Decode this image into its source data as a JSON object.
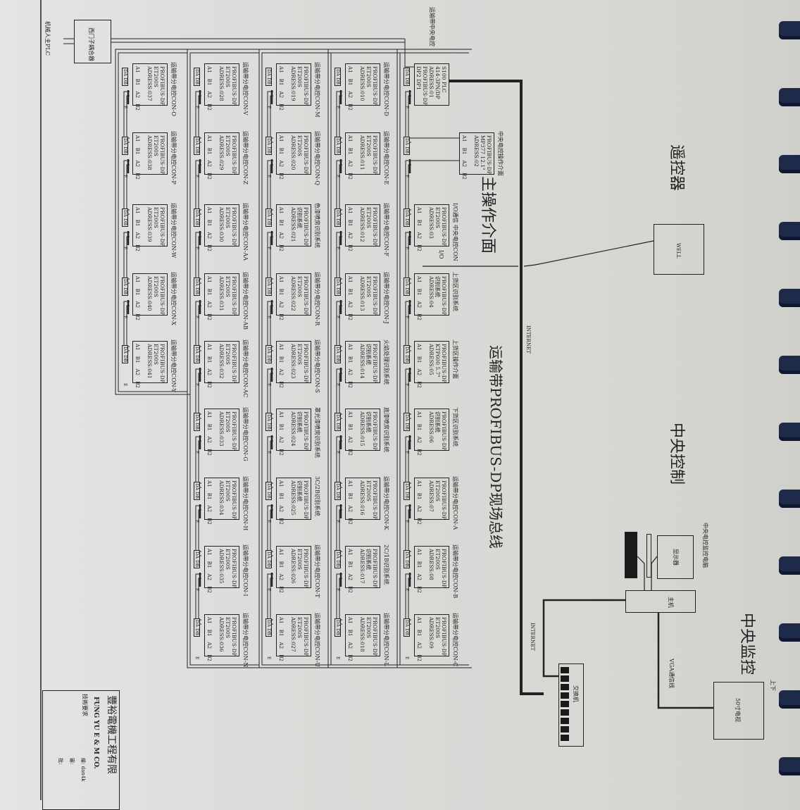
{
  "diagram": {
    "title": "运输带PROFIBUS-DP现场总线",
    "main_panel_title": "主操作介面",
    "remote_title": "遥控器",
    "remote_box": "WELL",
    "central_control_title": "中央控制",
    "central_monitor_title": "中央监控",
    "central_pc_label": "中央电控监控电脑",
    "monitor_label": "显示器",
    "host_label": "主机",
    "tv_label": "50寸电视",
    "switch_label": "交换机",
    "vga_label": "VGA通信线",
    "internet_label_1": "INTERNET",
    "internet_label_2": "INTERNET",
    "io_label": "I/O",
    "central_control_label": "运输带中央电控",
    "robot_plc_label": "机械人主PLC",
    "coupler_label": "西门子耦合器",
    "edge_label": "上下",
    "pins_label": "A1 B1 A2 B2",
    "dadb_label": "DA DB",
    "terminal_label": "E"
  },
  "columns": [
    [
      {
        "lines": [
          "S100 PLC",
          "414-3PN/DP",
          "ADRESS:01",
          "PROFIBUS-DP",
          "DP2  DP1"
        ],
        "label": ""
      },
      {
        "lines": [
          "PROFIBUS-DP",
          "MP377 12.1\"",
          "ADRESS:02"
        ],
        "label": "中央电控操作介面"
      },
      {
        "lines": [
          "PROFIBUS-DP",
          "ET200S",
          "ADRESS:03"
        ],
        "label": "I/O通信 中央电控CON"
      },
      {
        "lines": [
          "PROFIBUS-DP",
          "识别系统",
          "ADRESS:04"
        ],
        "label": "上货区识别系统"
      },
      {
        "lines": [
          "PROFIBUS-DP",
          "KTP600 5.7\"",
          "ADRESS:05"
        ],
        "label": "上货区操作介面"
      },
      {
        "lines": [
          "PROFIBUS-DP",
          "识别系统",
          "ADRESS:06"
        ],
        "label": "下货区识别系统"
      },
      {
        "lines": [
          "PROFIBUS-DP",
          "ET200S",
          "ADRESS:07"
        ],
        "label": "运输带分电控CON-A"
      },
      {
        "lines": [
          "PROFIBUS-DP",
          "ET200S",
          "ADRESS:08"
        ],
        "label": "运输带分电控CON-B"
      },
      {
        "lines": [
          "PROFIBUS-DP",
          "ET200S",
          "ADRESS:09"
        ],
        "label": "运输带分电控CON-C"
      }
    ],
    [
      {
        "lines": [
          "PROFIBUS-DP",
          "ET200S",
          "ADRESS:010"
        ],
        "label": "运输带分电控CON-D"
      },
      {
        "lines": [
          "PROFIBUS-DP",
          "ET200S",
          "ADRESS:011"
        ],
        "label": "运输带分电控CON-E"
      },
      {
        "lines": [
          "PROFIBUS-DP",
          "ET200S",
          "ADRESS:012"
        ],
        "label": "运输带分电控CON-F"
      },
      {
        "lines": [
          "PROFIBUS-DP",
          "ET200S",
          "ADRESS:013"
        ],
        "label": "运输带分电控CON-J"
      },
      {
        "lines": [
          "PROFIBUS-DP",
          "识别系统",
          "ADRESS:014"
        ],
        "label": "火焰处理识别系统"
      },
      {
        "lines": [
          "PROFIBUS-DP",
          "识别系统",
          "ADRESS:015"
        ],
        "label": "底漆喷房识别系统"
      },
      {
        "lines": [
          "PROFIBUS-DP",
          "ET200S",
          "ADRESS:016"
        ],
        "label": "运输带分电控CON-K"
      },
      {
        "lines": [
          "PROFIBUS-DP",
          "识别系统",
          "ADRESS:017"
        ],
        "label": "2C/1B识别系统"
      },
      {
        "lines": [
          "PROFIBUS-DP",
          "ET200S",
          "ADRESS:018"
        ],
        "label": "运输带分电控CON-L"
      }
    ],
    [
      {
        "lines": [
          "PROFIBUS-DP",
          "ET200S",
          "ADRESS:019"
        ],
        "label": "运输带分电控CON-M"
      },
      {
        "lines": [
          "PROFIBUS-DP",
          "ET200S",
          "ADRESS:020"
        ],
        "label": "运输带分电控CON-Q"
      },
      {
        "lines": [
          "PROFIBUS-DP",
          "识别系统",
          "ADRESS:021"
        ],
        "label": "色漆喷房识别系统"
      },
      {
        "lines": [
          "PROFIBUS-DP",
          "ET200S",
          "ADRESS:022"
        ],
        "label": "运输带分电控CON-R"
      },
      {
        "lines": [
          "PROFIBUS-DP",
          "ET200S",
          "ADRESS:023"
        ],
        "label": "运输带分电控CON-S"
      },
      {
        "lines": [
          "PROFIBUS-DP",
          "识别系统",
          "ADRESS:024"
        ],
        "label": "罩光漆喷房识别系统"
      },
      {
        "lines": [
          "PROFIBUS-DP",
          "识别系统",
          "ADRESS:025"
        ],
        "label": "3C/2B识别系统"
      },
      {
        "lines": [
          "PROFIBUS-DP",
          "ET200S",
          "ADRESS:026"
        ],
        "label": "运输带分电控CON-T"
      },
      {
        "lines": [
          "PROFIBUS-DP",
          "ET200S",
          "ADRESS:027"
        ],
        "label": "运输带分电控CON-U"
      }
    ],
    [
      {
        "lines": [
          "PROFIBUS-DP",
          "ET200S",
          "ADRESS:028"
        ],
        "label": "运输带分电控CON-V"
      },
      {
        "lines": [
          "PROFIBUS-DP",
          "ET200S",
          "ADRESS:029"
        ],
        "label": "运输带分电控CON-Z"
      },
      {
        "lines": [
          "PROFIBUS-DP",
          "ET200S",
          "ADRESS:030"
        ],
        "label": "运输带分电控CON-AA"
      },
      {
        "lines": [
          "PROFIBUS-DP",
          "ET200S",
          "ADRESS:031"
        ],
        "label": "运输带分电控CON-AB"
      },
      {
        "lines": [
          "PROFIBUS-DP",
          "ET200S",
          "ADRESS:032"
        ],
        "label": "运输带分电控CON-AC"
      },
      {
        "lines": [
          "PROFIBUS-DP",
          "ET200S",
          "ADRESS:033"
        ],
        "label": "运输带分电控CON-G"
      },
      {
        "lines": [
          "PROFIBUS-DP",
          "ET200S",
          "ADRESS:034"
        ],
        "label": "运输带分电控CON-H"
      },
      {
        "lines": [
          "PROFIBUS-DP",
          "ET200S",
          "ADRESS:035"
        ],
        "label": "运输带分电控CON-I"
      },
      {
        "lines": [
          "PROFIBUS-DP",
          "ET200S",
          "ADRESS:036"
        ],
        "label": "运输带分电控CON-N"
      }
    ],
    [
      {
        "lines": [
          "PROFIBUS-DP",
          "ET200S",
          "ADRESS:037"
        ],
        "label": "运输带分电控CON-O"
      },
      {
        "lines": [
          "PROFIBUS-DP",
          "ET200S",
          "ADRESS:038"
        ],
        "label": "运输带分电控CON-P"
      },
      {
        "lines": [
          "PROFIBUS-DP",
          "ET200S",
          "ADRESS:039"
        ],
        "label": "运输带分电控CON-W"
      },
      {
        "lines": [
          "PROFIBUS-DP",
          "ET200S",
          "ADRESS:040"
        ],
        "label": "运输带分电控CON-X"
      },
      {
        "lines": [
          "PROFIBUS-DP",
          "ET200S",
          "ADRESS:041"
        ],
        "label": "运输带分电控CON-Y"
      }
    ]
  ],
  "title_block": {
    "company_cn": "豐裕電機工程有限",
    "company_en": "FUNG YU E & M CO.",
    "tech_req": "技術要求",
    "drawn": "繪: dan4k",
    "checked": "審:",
    "approved": "批:"
  },
  "colors": {
    "line": "#222222",
    "paper": "#d9dad6",
    "binding": "#1d2a4a"
  }
}
